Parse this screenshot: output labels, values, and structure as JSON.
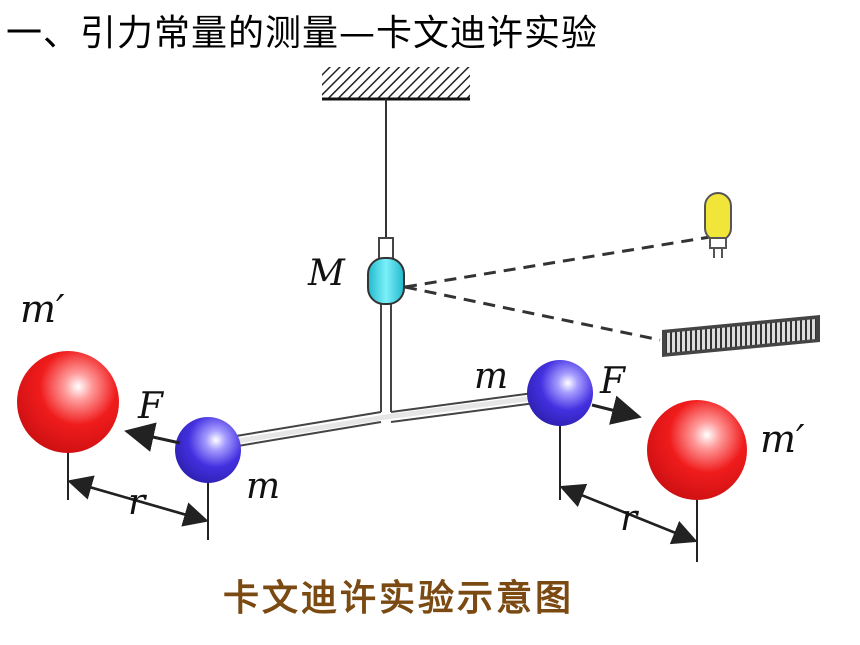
{
  "title": "一、引力常量的测量—卡文迪许实验",
  "labels": {
    "big_mass_left": "m′",
    "big_mass_right": "m′",
    "small_mass_left": "m",
    "small_mass_right": "m",
    "force_left": "F",
    "force_right": "F",
    "mirror": "M",
    "distance_left": "r",
    "distance_right": "r"
  },
  "caption": "卡文迪许实验示意图",
  "colors": {
    "big_sphere": "#e8191b",
    "small_sphere": "#3b2fd6",
    "mirror": "#38d6e6",
    "lamp": "#f2e53a",
    "caption": "#7a4a12"
  }
}
